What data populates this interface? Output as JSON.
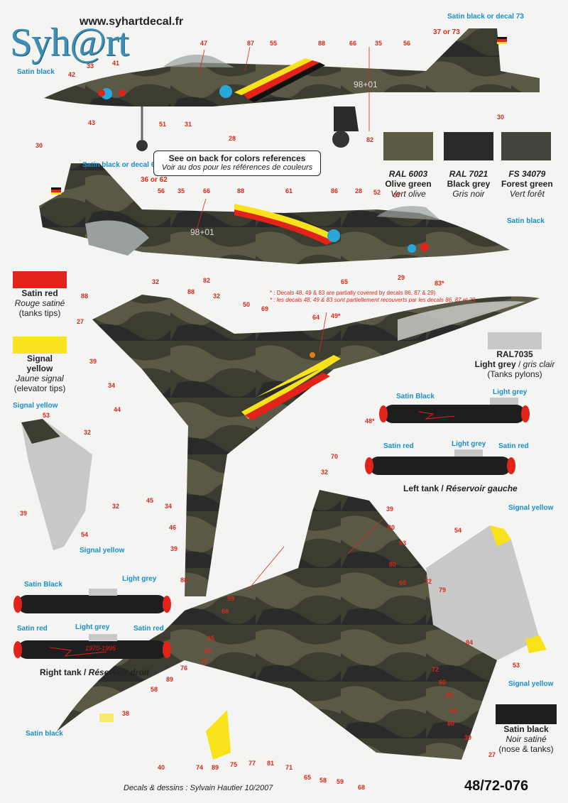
{
  "header": {
    "site": "www.syhartdecal.fr",
    "logo": "Syh@rt"
  },
  "callouts": {
    "satin_black": "Satin black",
    "satin_black_73": "Satin black or decal 73",
    "satin_black_62": "Satin black or decal 62",
    "satin_black_cap": "Satin Black",
    "light_grey": "Light grey",
    "satin_red": "Satin red",
    "signal_yellow": "Signal yellow",
    "n37_73": "37 or 73",
    "n36_62": "36 or 62"
  },
  "ref_box": {
    "line1": "See on back for colors references",
    "line2": "Voir au dos pour les références de couleurs"
  },
  "swatches": [
    {
      "code": "RAL 6003",
      "name": "Olive green",
      "fr": "Vert olive",
      "color": "#5b5a45"
    },
    {
      "code": "RAL 7021",
      "name": "Black grey",
      "fr": "Gris noir",
      "color": "#2a2a2b"
    },
    {
      "code": "FS 34079",
      "name": "Forest green",
      "fr": "Vert forêt",
      "color": "#45443a"
    }
  ],
  "legend": {
    "red": {
      "name": "Satin red",
      "fr": "Rouge satiné",
      "use": "(tanks tips)",
      "color": "#e2231a"
    },
    "yellow": {
      "name": "Signal yellow",
      "fr": "Jaune signal",
      "use": "(elevator tips)",
      "color": "#f7e21b"
    },
    "grey": {
      "code": "RAL7035",
      "name": "Light grey",
      "fr": "gris clair",
      "use": "(Tanks pylons)",
      "color": "#c8c9c6"
    },
    "black": {
      "name": "Satin black",
      "fr": "Noir satiné",
      "use": "(nose & tanks)",
      "color": "#1e1e1e"
    }
  },
  "note": {
    "en": "* : Decals 48, 49 & 83 are partially covered by decals 86, 87 & 29)",
    "fr": "* : les decals 48, 49 & 83 sont partiellement recouverts par les decals 86, 87 et 29"
  },
  "tanks": {
    "left": "Left tank / ",
    "left_fr": "Réservoir gauche",
    "right": "Right tank / ",
    "right_fr": "Réservoir droit",
    "marking": "1970-1995"
  },
  "footer": {
    "credit": "Decals & dessins : Sylvain Hautier 10/2007",
    "code": "48/72-076"
  },
  "fuselage_code": "98+01",
  "numbers": {
    "top": [
      "47",
      "87",
      "55",
      "88",
      "66",
      "35",
      "56",
      "33",
      "41",
      "42",
      "43",
      "51",
      "31",
      "28",
      "82",
      "30"
    ],
    "mid": [
      "30",
      "56",
      "35",
      "66",
      "88",
      "61",
      "86",
      "28",
      "52",
      "57",
      "29",
      "65",
      "82",
      "83*"
    ],
    "plan_top": [
      "88",
      "88",
      "32",
      "32",
      "50",
      "69",
      "64",
      "49*",
      "27",
      "39",
      "34",
      "44",
      "48*",
      "70",
      "32",
      "53",
      "32",
      "39",
      "54",
      "32",
      "45",
      "34",
      "46",
      "39",
      "88"
    ],
    "plan_bottom": [
      "39",
      "80",
      "63",
      "80",
      "60",
      "72",
      "79",
      "59",
      "68",
      "65",
      "80",
      "77",
      "76",
      "89",
      "58",
      "38",
      "40",
      "74",
      "89",
      "75",
      "77",
      "81",
      "71",
      "65",
      "58",
      "59",
      "68",
      "72",
      "60",
      "80",
      "63",
      "80",
      "39",
      "27",
      "84",
      "54",
      "53"
    ]
  }
}
